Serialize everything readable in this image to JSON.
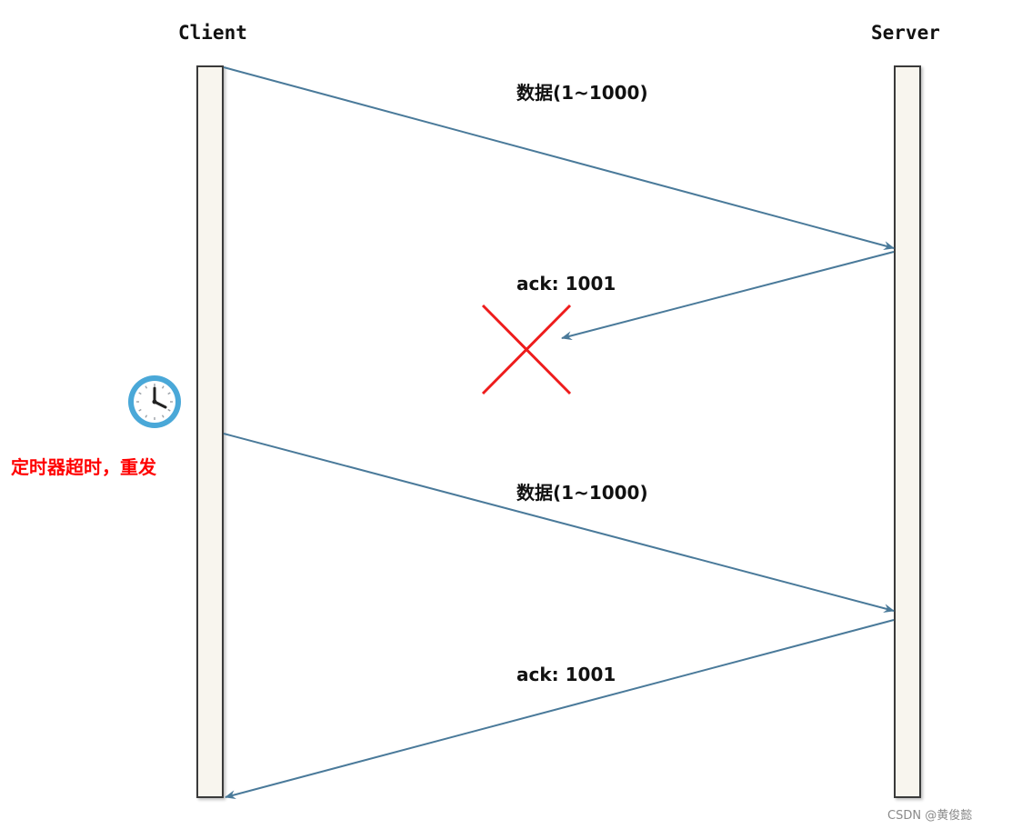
{
  "actors": {
    "client": "Client",
    "server": "Server"
  },
  "messages": [
    {
      "label": "数据(1~1000)",
      "direction": "client-to-server",
      "lost": false
    },
    {
      "label": "ack: 1001",
      "direction": "server-to-client",
      "lost": true
    },
    {
      "label": "数据(1~1000)",
      "direction": "client-to-server",
      "lost": false
    },
    {
      "label": "ack: 1001",
      "direction": "server-to-client",
      "lost": false
    }
  ],
  "timeout": {
    "label": "定时器超时，重发",
    "icon": "clock-icon"
  },
  "lost_marker_icon": "red-x-icon",
  "watermark": "CSDN @黄俊懿",
  "colors": {
    "arrow": "#4a7a9a",
    "lost": "#ee1c1c",
    "timeout_text": "#ff0000",
    "clock_ring": "#4aa8d8",
    "lifeline_fill": "#f8f5ee"
  }
}
